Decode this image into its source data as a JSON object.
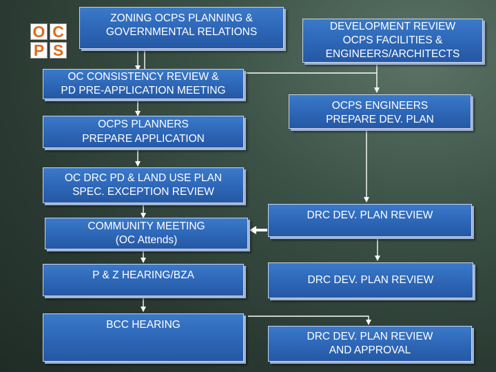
{
  "logo": {
    "letters": [
      "O",
      "C",
      "P",
      "S"
    ],
    "color": "#e06a1b"
  },
  "colors": {
    "box": "#2d66b6",
    "line": "#ffffff"
  },
  "left_column": [
    {
      "id": "zoning",
      "text": "ZONING OCPS PLANNING &\nGOVERNMENTAL RELATIONS"
    },
    {
      "id": "consistency",
      "text": "OC CONSISTENCY REVIEW &\nPD PRE-APPLICATION MEETING"
    },
    {
      "id": "planners",
      "text": "OCPS PLANNERS\nPREPARE  APPLICATION"
    },
    {
      "id": "drc-pd",
      "text": "OC DRC PD & LAND USE PLAN\nSPEC. EXCEPTION REVIEW"
    },
    {
      "id": "community",
      "text": "COMMUNITY MEETING\n(OC Attends)"
    },
    {
      "id": "pz",
      "text": "P & Z HEARING/BZA"
    },
    {
      "id": "bcc",
      "text": "BCC HEARING"
    }
  ],
  "right_column": [
    {
      "id": "dev-review",
      "text": "DEVELOPMENT REVIEW\nOCPS FACILITIES &\nENGINEERS/ARCHITECTS"
    },
    {
      "id": "engineers",
      "text": "OCPS ENGINEERS\nPREPARE  DEV. PLAN"
    },
    {
      "id": "drc-1",
      "text": "DRC DEV. PLAN REVIEW"
    },
    {
      "id": "drc-2",
      "text": "DRC DEV. PLAN REVIEW"
    },
    {
      "id": "drc-3",
      "text": "DRC DEV. PLAN REVIEW\nAND APPROVAL"
    }
  ]
}
